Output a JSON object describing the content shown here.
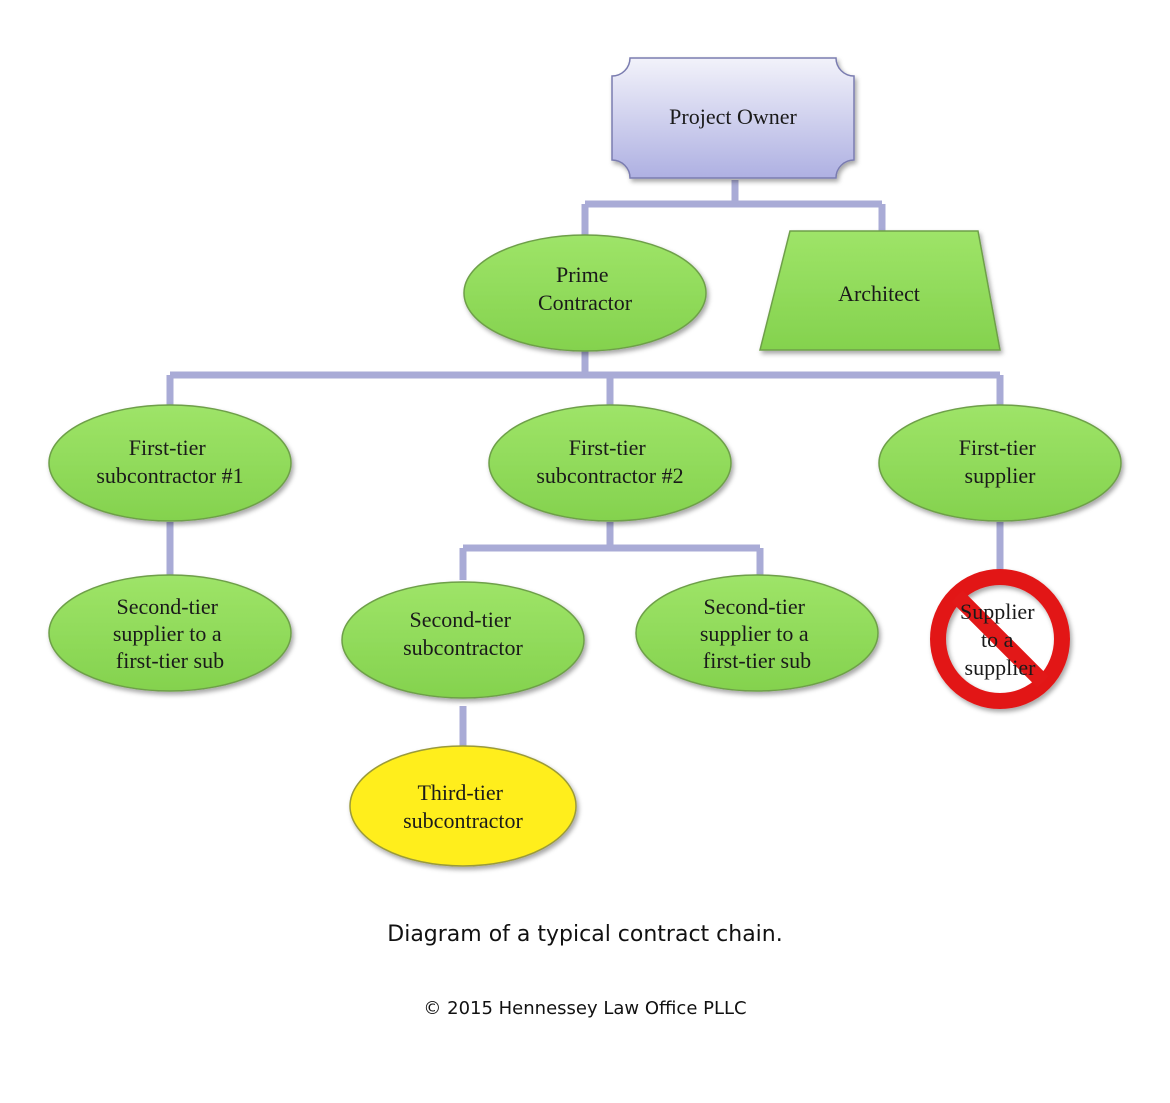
{
  "colors": {
    "connector": "#a9abd6",
    "green_fill": "#8fdc5a",
    "green_stroke": "#6e9f4a",
    "yellow_fill": "#ffee1a",
    "owner_fill_top": "#f2f2fa",
    "owner_fill_bottom": "#aeb0e2",
    "prohibition_red": "#e21818"
  },
  "nodes": {
    "project_owner": "Project Owner",
    "prime_contractor": [
      "Prime",
      "Contractor"
    ],
    "architect": "Architect",
    "first_tier_sub_1": [
      "First-tier",
      "subcontractor #1"
    ],
    "first_tier_sub_2": [
      "First-tier",
      "subcontractor #2"
    ],
    "first_tier_supplier": [
      "First-tier",
      "supplier"
    ],
    "second_tier_supplier_a": [
      "Second-tier",
      "supplier to a",
      "first-tier sub"
    ],
    "second_tier_subcontractor": [
      "Second-tier",
      "subcontractor"
    ],
    "second_tier_supplier_b": [
      "Second-tier",
      "supplier to a",
      "first-tier sub"
    ],
    "supplier_to_supplier": [
      "Supplier",
      "to a",
      "supplier"
    ],
    "third_tier_subcontractor": [
      "Third-tier",
      "subcontractor"
    ]
  },
  "caption": "Diagram of a typical contract chain.",
  "copyright": "© 2015 Hennessey Law Office PLLC"
}
